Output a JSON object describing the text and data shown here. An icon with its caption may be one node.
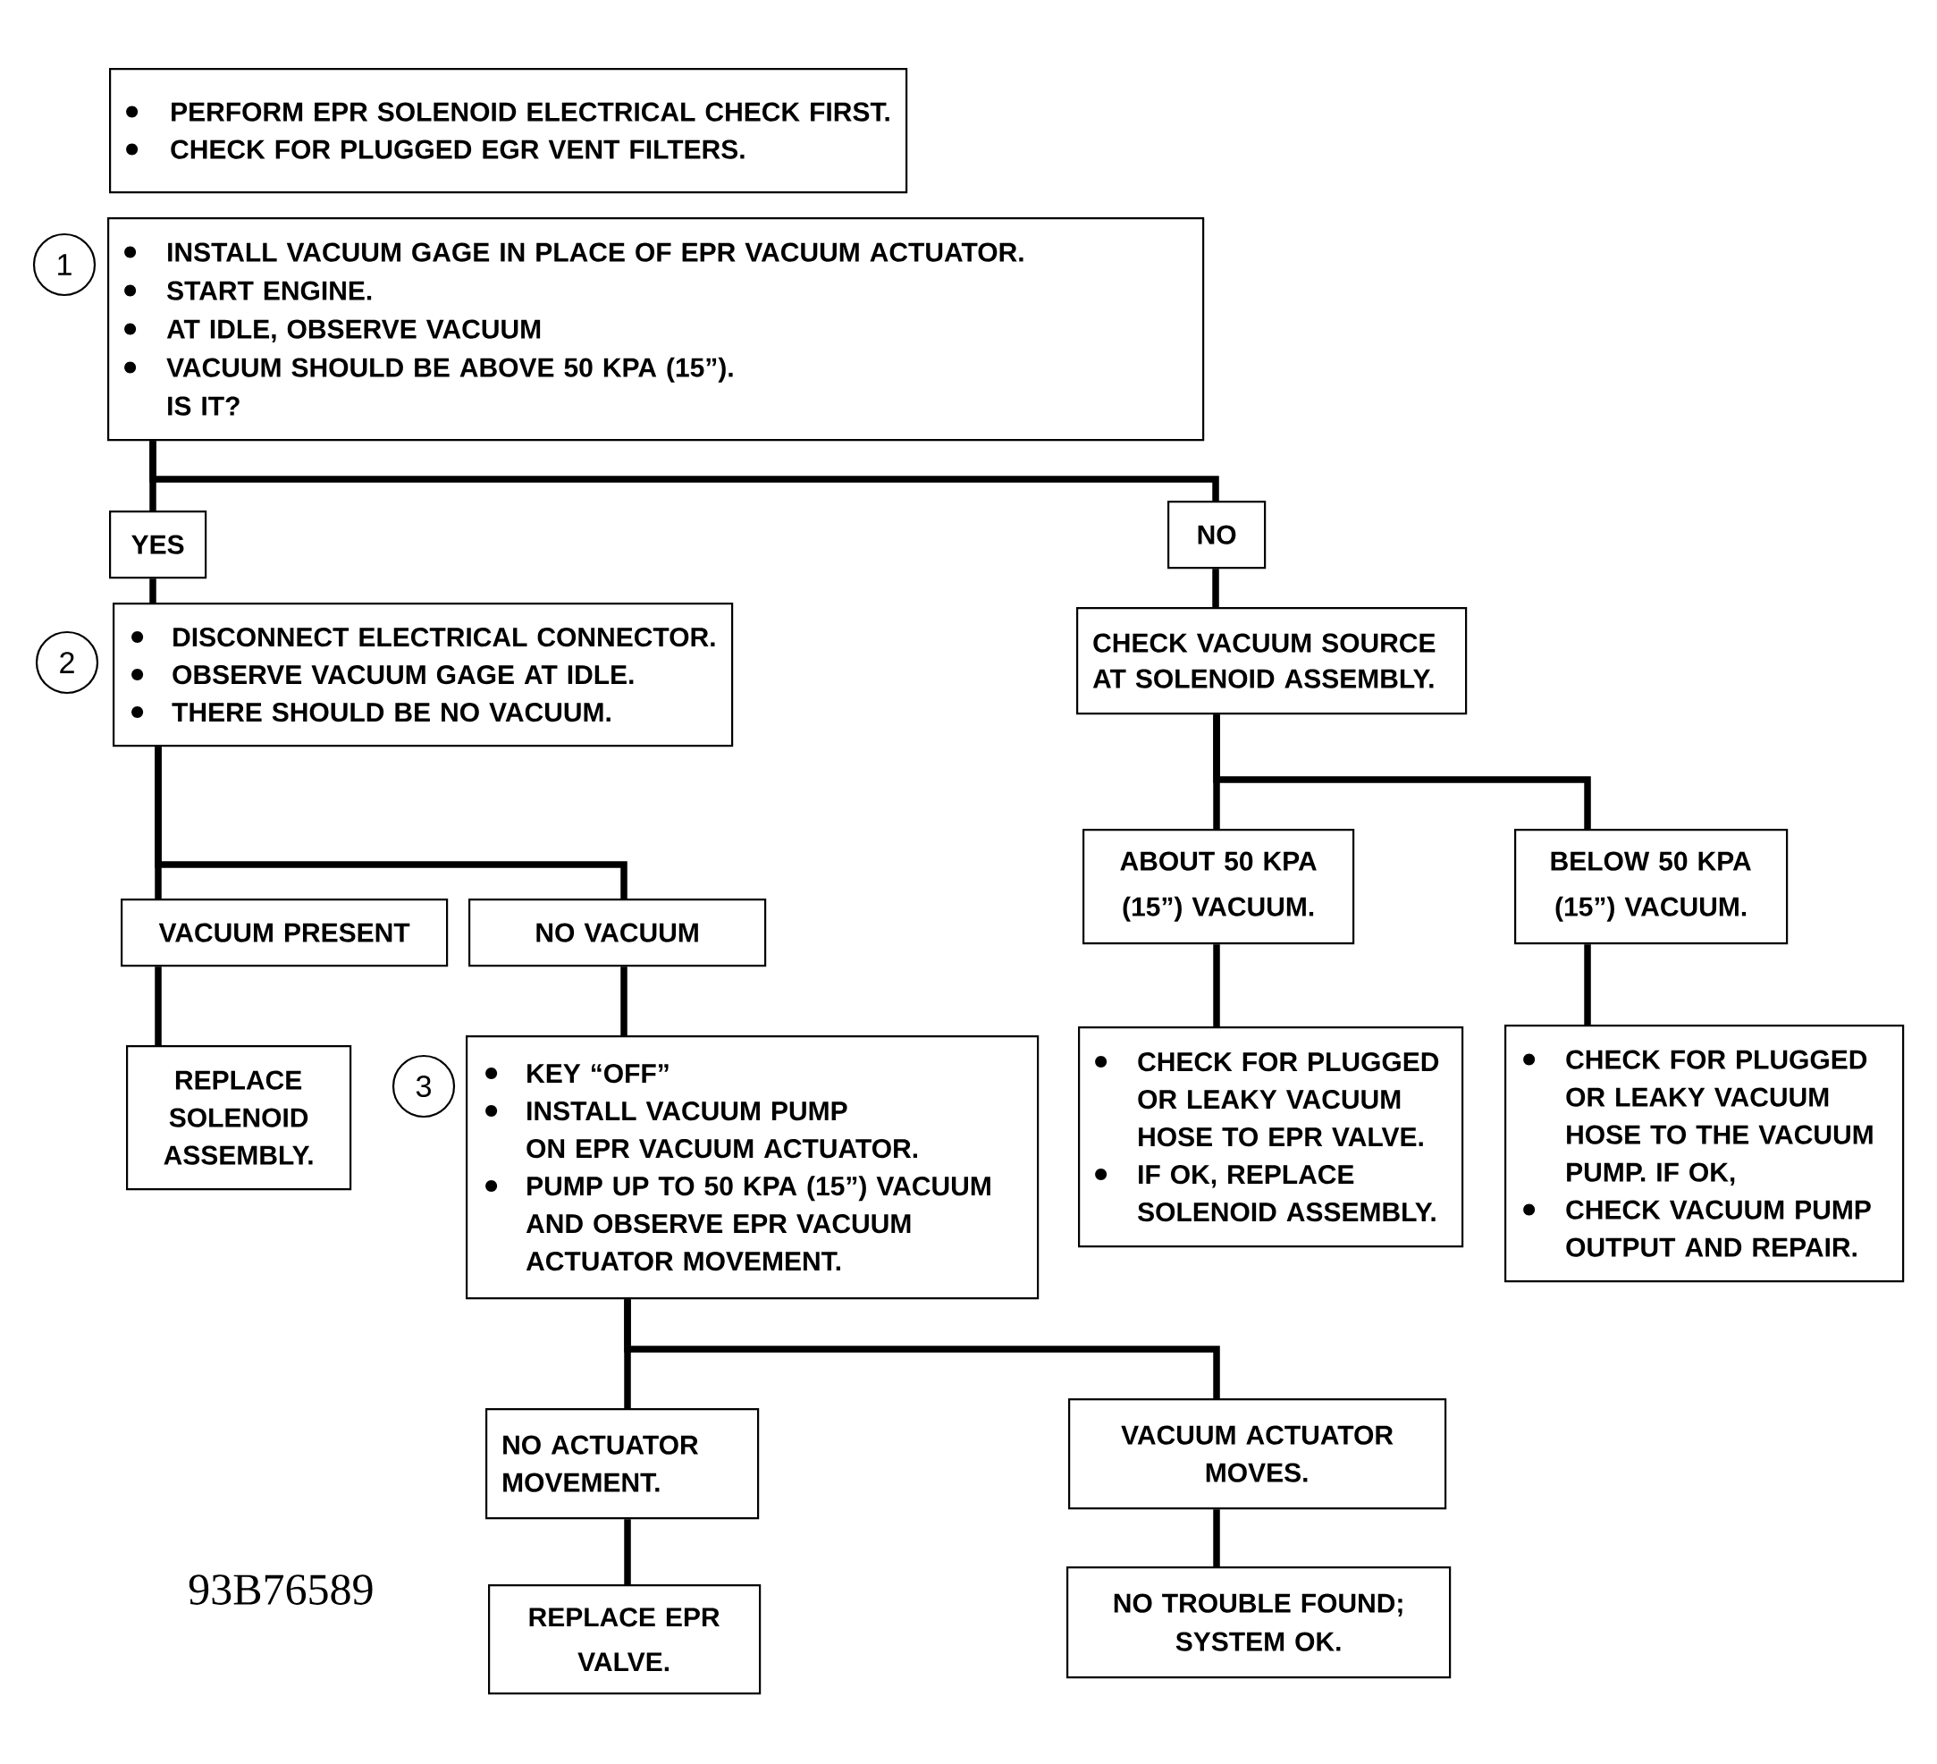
{
  "diagram": {
    "nodes": [
      {
        "text": [
          "PERFORM EPR SOLENOID ELECTRICAL CHECK FIRST.",
          "CHECK FOR PLUGGED EGR VENT FILTERS."
        ]
      },
      {
        "text": [
          "INSTALL VACUUM GAGE IN PLACE OF EPR VACUUM ACTUATOR.",
          "START ENGINE.",
          "AT IDLE, OBSERVE VACUUM",
          "VACUUM SHOULD BE ABOVE 50 KPA (15”). IS IT?"
        ],
        "beside": [
          "1"
        ]
      },
      {
        "text": [
          "YES"
        ]
      },
      {
        "text": [
          "NO"
        ]
      },
      {
        "text": [
          "DISCONNECT ELECTRICAL CONNECTOR.",
          "OBSERVE VACUUM GAGE AT IDLE.",
          "THERE SHOULD BE NO VACUUM."
        ],
        "beside": [
          "2"
        ]
      },
      {
        "text": [
          "VACUUM PRESENT"
        ]
      },
      {
        "text": [
          "NO VACUUM"
        ]
      },
      {
        "text": [
          "REPLACE SOLENOID ASSEMBLY."
        ]
      },
      {
        "text": [
          "KEY “OFF”",
          "INSTALL VACUUM PUMP ON EPR VACUUM ACTUATOR.",
          "PUMP UP TO 50 KPA (15”) VACUUM AND OBSERVE EPR VACUUM ACTUATOR MOVEMENT."
        ],
        "beside": [
          "3"
        ]
      },
      {
        "text": [
          "NO ACTUATOR MOVEMENT."
        ]
      },
      {
        "text": [
          "VACUUM ACTUATOR MOVES."
        ]
      },
      {
        "text": [
          "REPLACE EPR VALVE."
        ]
      },
      {
        "text": [
          "NO TROUBLE FOUND; SYSTEM OK."
        ]
      },
      {
        "text": [
          "CHECK VACUUM SOURCE AT SOLENOID ASSEMBLY."
        ]
      },
      {
        "text": [
          "ABOUT 50 KPA (15”) VACUUM."
        ]
      },
      {
        "text": [
          "BELOW 50 KPA (15”) VACUUM."
        ]
      },
      {
        "text": [
          "CHECK FOR PLUGGED OR LEAKY VACUUM HOSE TO EPR VALVE.",
          "IF OK, REPLACE SOLENOID ASSEMBLY."
        ]
      },
      {
        "text": [
          "CHECK FOR PLUGGED OR LEAKY VACUUM HOSE TO THE VACUUM PUMP. IF OK,",
          "CHECK VACUUM PUMP OUTPUT AND REPAIR."
        ]
      }
    ],
    "edges": [
      {
        "from": 1,
        "to": 2,
        "arrow": "none"
      },
      {
        "from": 1,
        "to": 3,
        "arrow": "none"
      },
      {
        "from": 2,
        "to": 4,
        "arrow": "none"
      },
      {
        "from": 3,
        "to": 13,
        "arrow": "none"
      },
      {
        "from": 4,
        "to": 5,
        "arrow": "none"
      },
      {
        "from": 4,
        "to": 6,
        "arrow": "none"
      },
      {
        "from": 5,
        "to": 7,
        "arrow": "none"
      },
      {
        "from": 6,
        "to": 8,
        "arrow": "none"
      },
      {
        "from": 8,
        "to": 9,
        "arrow": "none"
      },
      {
        "from": 8,
        "to": 10,
        "arrow": "none"
      },
      {
        "from": 9,
        "to": 11,
        "arrow": "none"
      },
      {
        "from": 10,
        "to": 12,
        "arrow": "none"
      },
      {
        "from": 13,
        "to": 14,
        "arrow": "none"
      },
      {
        "from": 13,
        "to": 15,
        "arrow": "none"
      },
      {
        "from": 14,
        "to": 16,
        "arrow": "none"
      },
      {
        "from": 15,
        "to": 17,
        "arrow": "none"
      }
    ],
    "labels": [
      "93B76589"
    ]
  }
}
